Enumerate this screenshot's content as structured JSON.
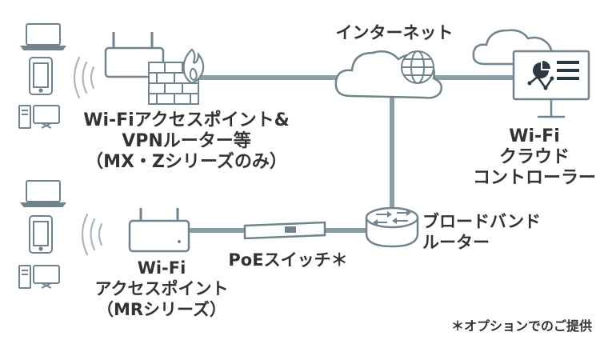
{
  "colors": {
    "line": "#8a9ea6",
    "icon": "#6f848c",
    "icon_light": "#a9b6bb",
    "accent": "#2b3a40"
  },
  "labels": {
    "internet": "インターネット",
    "vpn_ap": [
      "Wi-Fiアクセスポイント&",
      "VPNルーター等",
      "（MX・Zシリーズのみ）"
    ],
    "cloud_controller": [
      "Wi-Fi",
      "クラウド",
      "コントローラー"
    ],
    "broadband_router": [
      "ブロードバンド",
      "ルーター"
    ],
    "poe_switch": "PoEスイッチ＊",
    "wifi_ap": [
      "Wi-Fi",
      "アクセスポイント",
      "（MRシリーズ）"
    ],
    "footnote": "＊オプションでのご提供"
  }
}
